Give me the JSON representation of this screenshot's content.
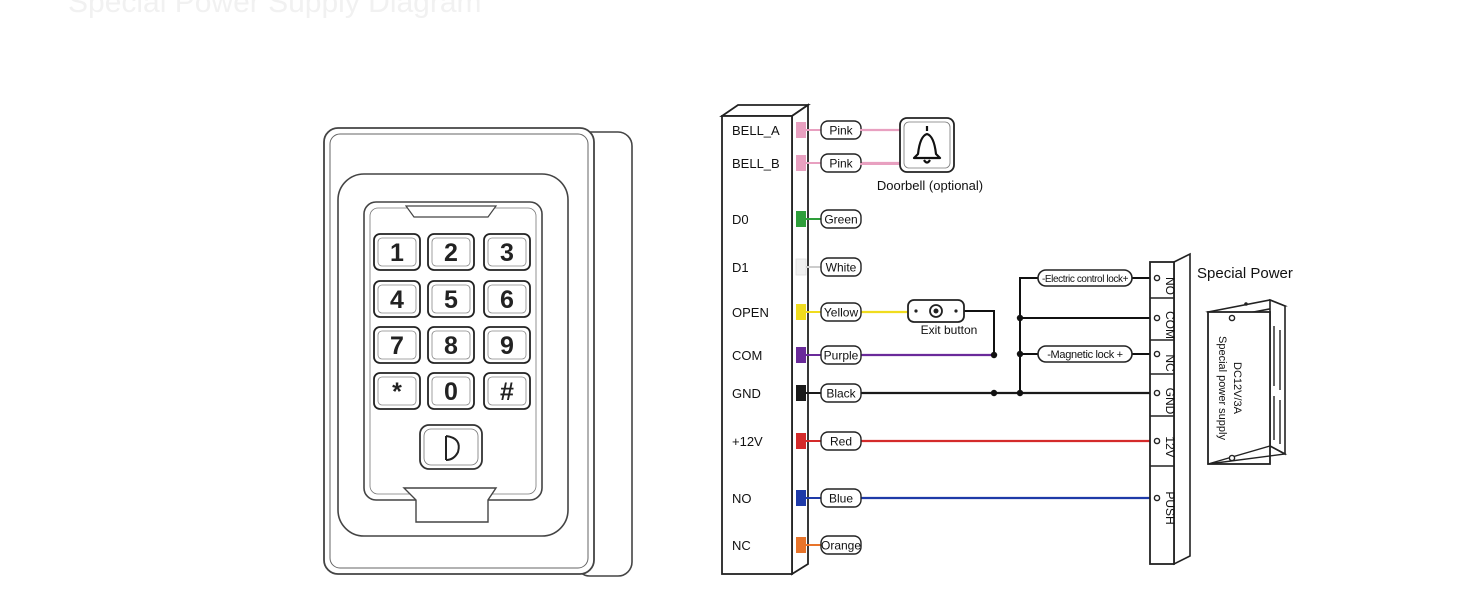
{
  "title": "Special Power Supply Diagram",
  "keypad": {
    "keys": [
      "1",
      "2",
      "3",
      "4",
      "5",
      "6",
      "7",
      "8",
      "9",
      "*",
      "0",
      "#"
    ]
  },
  "terminals": [
    {
      "label": "BELL_A",
      "wire": "Pink",
      "color": "#e8a0c0"
    },
    {
      "label": "BELL_B",
      "wire": "Pink",
      "color": "#e8a0c0"
    },
    {
      "label": "D0",
      "wire": "Green",
      "color": "#2e9e3a"
    },
    {
      "label": "D1",
      "wire": "White",
      "color": "#f0f0f0"
    },
    {
      "label": "OPEN",
      "wire": "Yellow",
      "color": "#f0dc1e"
    },
    {
      "label": "COM",
      "wire": "Purple",
      "color": "#6a2a9a"
    },
    {
      "label": "GND",
      "wire": "Black",
      "color": "#1a1a1a"
    },
    {
      "label": "+12V",
      "wire": "Red",
      "color": "#d42a2a"
    },
    {
      "label": "NO",
      "wire": "Blue",
      "color": "#1e3aa8"
    },
    {
      "label": "NC",
      "wire": "Orange",
      "color": "#e8742a"
    }
  ],
  "doorbell": {
    "label": "Doorbell (optional)",
    "icon": "bell-icon"
  },
  "exit_button": {
    "label": "Exit button"
  },
  "electric_lock": {
    "label": "-Electric control lock+"
  },
  "magnetic_lock": {
    "label": "-Magnetic lock +"
  },
  "power_terminals": [
    "NO",
    "COM",
    "NC",
    "GND",
    "12V",
    "PUSH"
  ],
  "power_supply": {
    "title": "Special Power",
    "rating": "DC12V/3A",
    "desc": "Special power supply"
  }
}
